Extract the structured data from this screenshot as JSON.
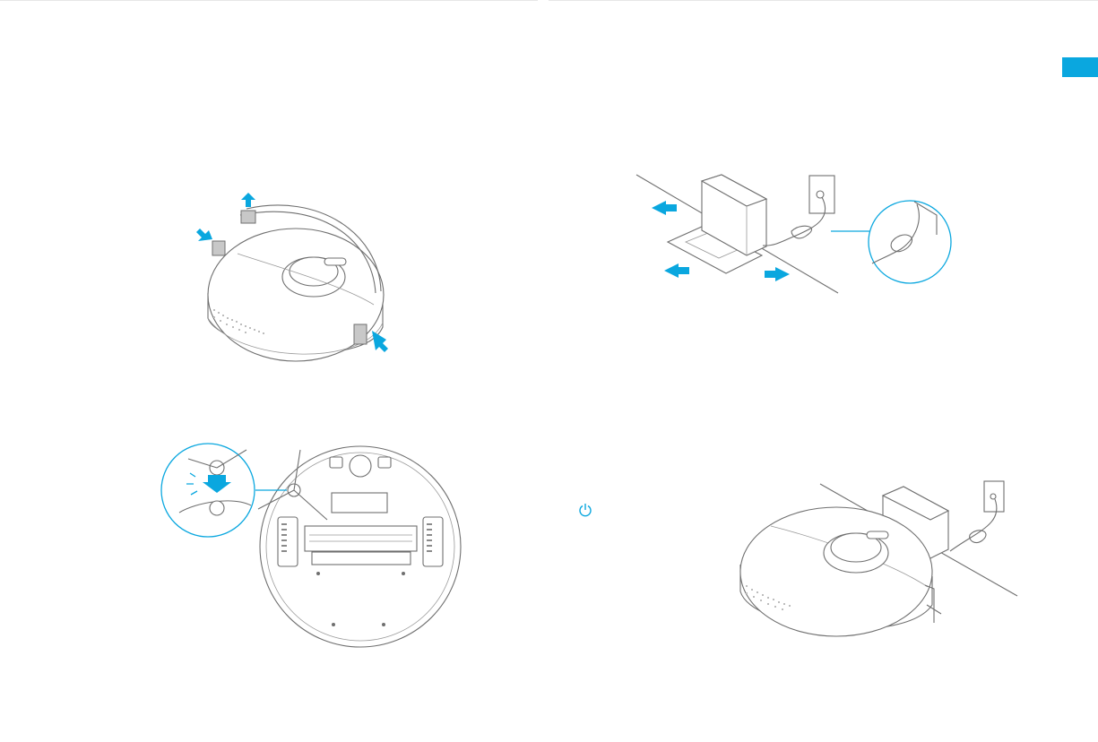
{
  "page": {
    "accent_color": "#0aa7df",
    "line_color": "#6f6f6f",
    "background": "#ffffff"
  },
  "section_tab": {
    "color": "#0aa7df"
  },
  "figures": {
    "remove_protective_strip": {
      "icon": "robot-vacuum-with-foam-strip"
    },
    "place_dock": {
      "icon": "charging-dock-wall-outlet"
    },
    "install_side_brush": {
      "icon": "robot-vacuum-underside-side-brush"
    },
    "robot_docked": {
      "icon": "robot-vacuum-on-dock"
    }
  },
  "power_button": {
    "icon": "power-icon"
  }
}
